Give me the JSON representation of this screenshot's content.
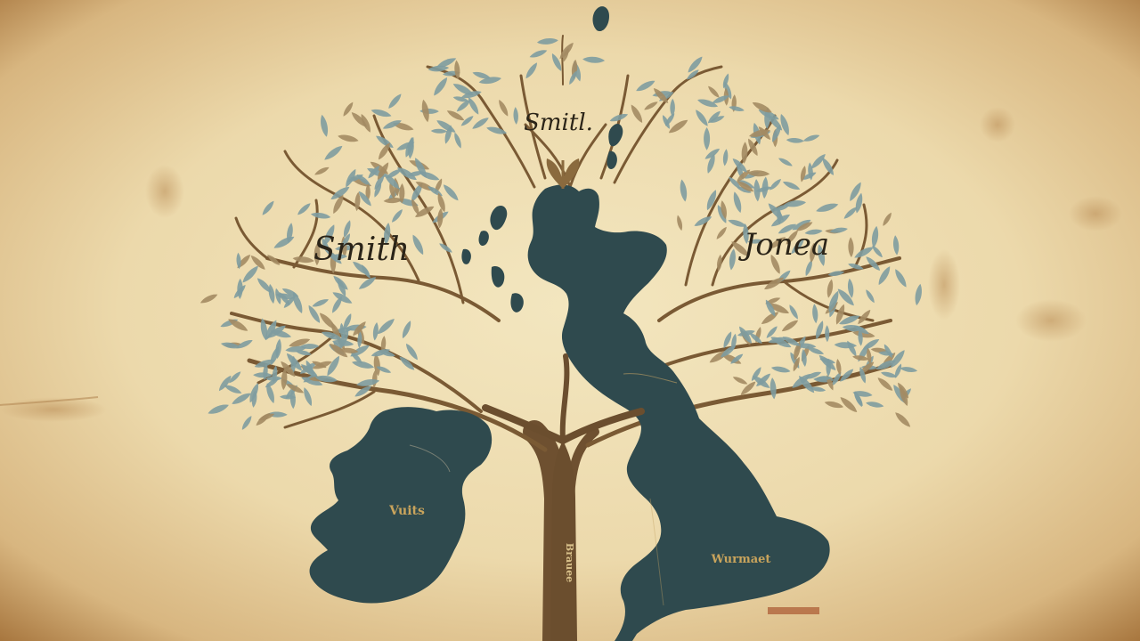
{
  "labels": {
    "top_name": "Smitl.",
    "left_name": "Smith",
    "right_name": "Jonea",
    "ireland_text": "Vuits",
    "england_text": "Wurmaet",
    "trunk_text": "Brauee"
  },
  "palette": {
    "parchment": "#efe0b6",
    "parchment_edge": "#b88a52",
    "map_fill": "#2f4a4e",
    "branch": "#7a5a34",
    "leaf_blue": "#7e9ca0",
    "leaf_tan": "#a38b63",
    "ink": "#2b2418",
    "map_text": "#c9a45c"
  }
}
